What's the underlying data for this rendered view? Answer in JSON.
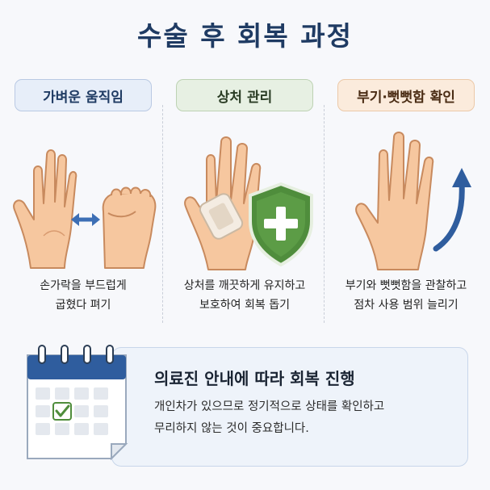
{
  "title": "수술 후 회복 과정",
  "steps": [
    {
      "label": "가벼운 움직임",
      "caption_lines": [
        "손가락을 부드럽게",
        "굽혔다 펴기"
      ],
      "icons": [
        "open-hand-icon",
        "double-arrow-icon",
        "fist-icon"
      ]
    },
    {
      "label": "상처 관리",
      "caption_lines": [
        "상처를 깨끗하게 유지하고",
        "보호하여 회복 돕기"
      ],
      "icons": [
        "hand-with-bandage-icon",
        "shield-cross-icon"
      ]
    },
    {
      "label": "부기·뻣뻣함 확인",
      "caption_lines": [
        "부기와 뻣뻣함을 관찰하고",
        "점차 사용 범위 늘리기"
      ],
      "icons": [
        "raised-hand-icon",
        "curved-up-arrow-icon"
      ]
    }
  ],
  "note": {
    "title": "의료진 안내에 따라 회복 진행",
    "body_lines": [
      "개인차가 있으므로 정기적으로 상태를 확인하고",
      "무리하지 않는 것이 중요합니다."
    ],
    "icon": "calendar-check-icon"
  },
  "colors": {
    "title": "#1f3b63",
    "pill_blue": "#e7eef9",
    "pill_green": "#e7f0e3",
    "pill_peach": "#fbebdc",
    "skin": "#f6c79f",
    "shield": "#4f8d3c",
    "arrow": "#2f5d9e"
  }
}
